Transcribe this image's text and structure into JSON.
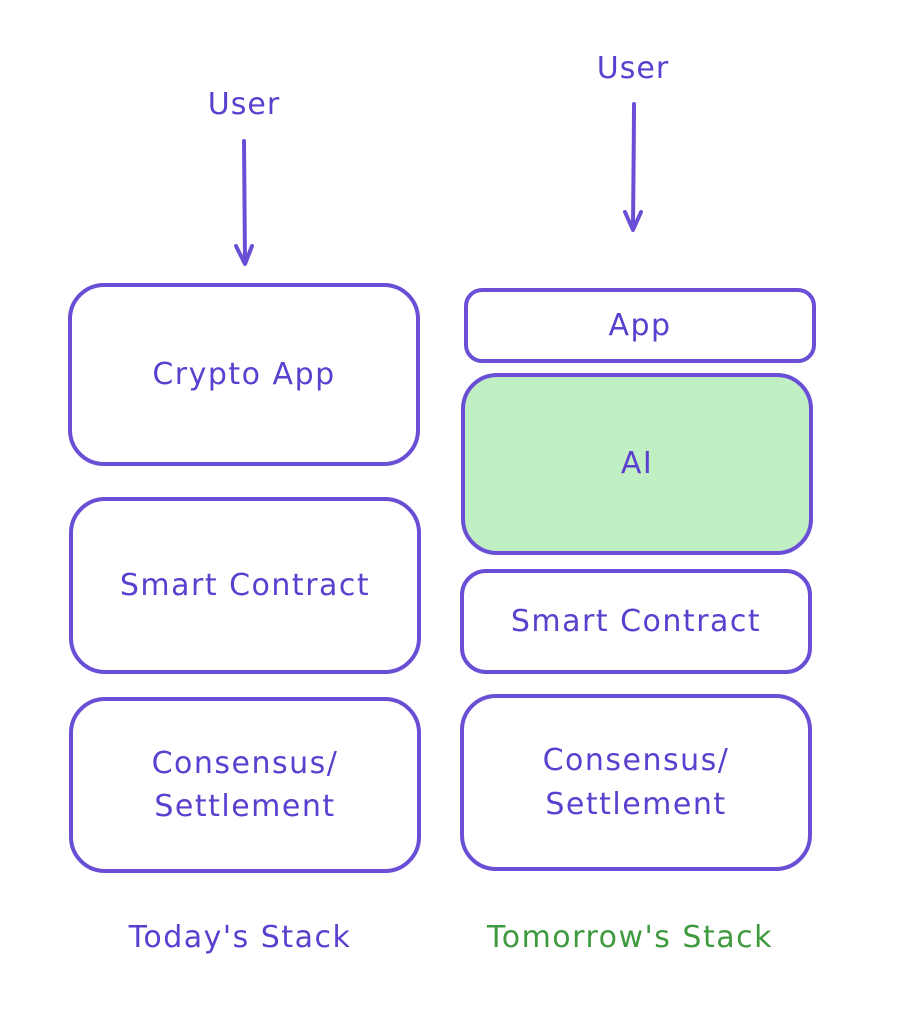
{
  "today": {
    "user_label": "User",
    "layers": [
      "Crypto App",
      "Smart Contract",
      "Consensus/\nSettlement"
    ],
    "caption": "Today's Stack"
  },
  "tomorrow": {
    "user_label": "User",
    "layers": [
      "App",
      "AI",
      "Smart Contract",
      "Consensus/\nSettlement"
    ],
    "caption": "Tomorrow's Stack"
  },
  "colors": {
    "stroke": "#6a4fd6",
    "text": "#5b3fcf",
    "ai_fill": "#c1efc4",
    "tomorrow_caption": "#3f9a3f"
  }
}
